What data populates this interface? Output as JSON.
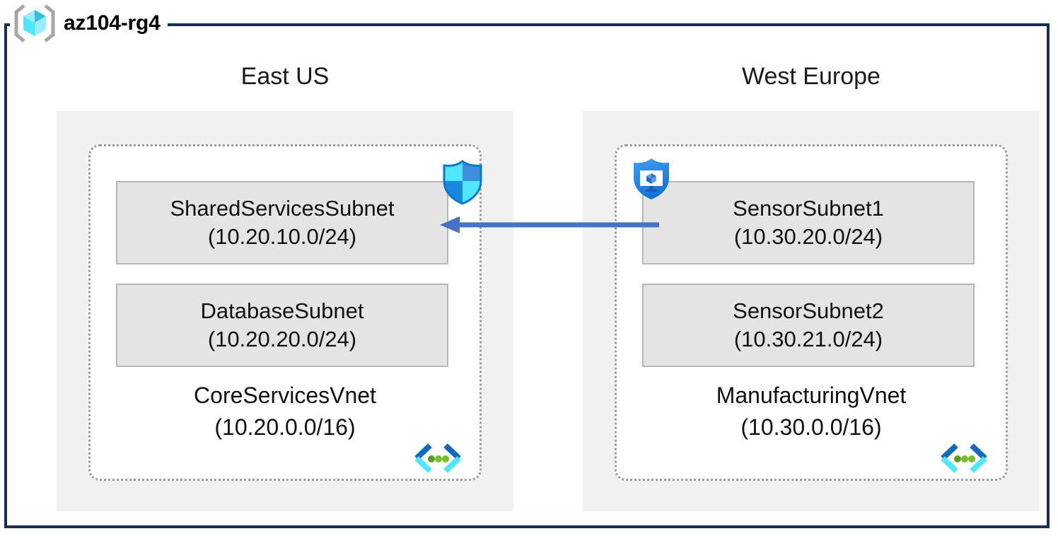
{
  "resource_group": {
    "name": "az104-rg4",
    "icon": "resource-group-cube-icon",
    "frame_color": "#1b2e4f"
  },
  "colors": {
    "region_fill": "#f1f1f1",
    "vnet_border": "#9a9a9a",
    "subnet_fill": "#e4e4e4",
    "subnet_border": "#b8b8b8",
    "arrow": "#4472c4",
    "azure_blue": "#0078d4",
    "azure_cyan": "#50e6ff",
    "vnet_dot_green": "#5e9b24"
  },
  "peering": {
    "arrow_icon": "left-arrow-icon",
    "direction": "right-to-left",
    "from": "ManufacturingVnet",
    "to": "CoreServicesVnet"
  },
  "regions": [
    {
      "id": "east-us",
      "title": "East US",
      "vnet": {
        "name": "CoreServicesVnet",
        "cidr": "(10.20.0.0/16)",
        "glyph_icon": "vnet-icon",
        "security_icon": "network-security-group-shield-icon",
        "subnets": [
          {
            "name": "SharedServicesSubnet",
            "cidr": "(10.20.10.0/24)"
          },
          {
            "name": "DatabaseSubnet",
            "cidr": "(10.20.20.0/24)"
          }
        ]
      }
    },
    {
      "id": "west-europe",
      "title": "West Europe",
      "vnet": {
        "name": "ManufacturingVnet",
        "cidr": "(10.30.0.0/16)",
        "glyph_icon": "vnet-icon",
        "security_icon": "defender-for-servers-shield-monitor-icon",
        "subnets": [
          {
            "name": "SensorSubnet1",
            "cidr": "(10.30.20.0/24)"
          },
          {
            "name": "SensorSubnet2",
            "cidr": "(10.30.21.0/24)"
          }
        ]
      }
    }
  ]
}
